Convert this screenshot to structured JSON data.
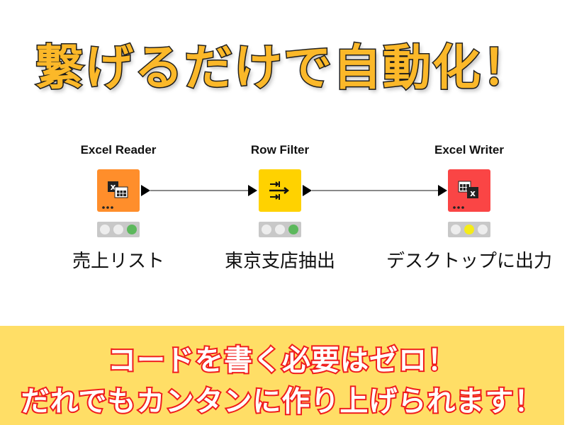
{
  "headline": "繋げるだけで自動化！",
  "nodes": [
    {
      "title": "Excel Reader",
      "label": "売上リスト",
      "color": "#FF8E2B",
      "status": "green",
      "icon": "excel-reader-icon"
    },
    {
      "title": "Row Filter",
      "label": "東京支店抽出",
      "color": "#FFD200",
      "status": "green",
      "icon": "row-filter-icon"
    },
    {
      "title": "Excel Writer",
      "label": "デスクトップに出力",
      "color": "#FA4545",
      "status": "yellow",
      "icon": "excel-writer-icon"
    }
  ],
  "banner": {
    "line1": "コードを書く必要はゼロ！",
    "line2": "だれでもカンタンに作り上げられます！",
    "background": "#FFDE66"
  }
}
